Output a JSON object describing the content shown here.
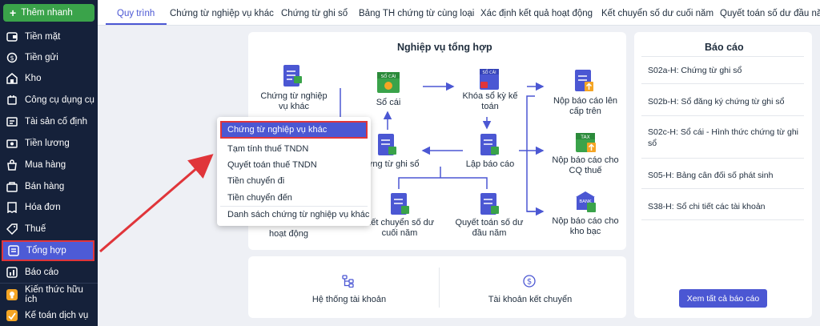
{
  "sidebar": {
    "quick_add": "Thêm nhanh",
    "items": [
      {
        "label": "Tiền mặt",
        "icon": "cash-icon"
      },
      {
        "label": "Tiền gửi",
        "icon": "deposit-icon"
      },
      {
        "label": "Kho",
        "icon": "warehouse-icon"
      },
      {
        "label": "Công cụ dụng cụ",
        "icon": "tools-icon"
      },
      {
        "label": "Tài sản cố định",
        "icon": "fixed-asset-icon"
      },
      {
        "label": "Tiền lương",
        "icon": "salary-icon"
      },
      {
        "label": "Mua hàng",
        "icon": "purchase-icon"
      },
      {
        "label": "Bán hàng",
        "icon": "sales-icon"
      },
      {
        "label": "Hóa đơn",
        "icon": "invoice-icon"
      },
      {
        "label": "Thuế",
        "icon": "tax-icon"
      },
      {
        "label": "Tổng hợp",
        "icon": "summary-icon"
      },
      {
        "label": "Báo cáo",
        "icon": "report-icon"
      },
      {
        "label": "Kiến thức hữu ích",
        "icon": "knowledge-icon"
      },
      {
        "label": "Kế toán dịch vụ",
        "icon": "service-icon"
      }
    ]
  },
  "tabs": [
    "Quy trình",
    "Chứng từ nghiệp vụ khác",
    "Chứng từ ghi sổ",
    "Bảng TH chứng từ cùng loại",
    "Xác định kết quả hoạt động",
    "Kết chuyển số dư cuối năm",
    "Quyết toán số dư đầu năm"
  ],
  "diagram": {
    "title": "Nghiệp vụ tổng hợp",
    "nodes": {
      "other_docs": "Chứng từ nghiệp vụ khác",
      "ledger": "Sổ cái",
      "lock": "Khóa sổ kỳ kế toán",
      "submit_superior": "Nộp báo cáo lên cấp trên",
      "voucher_tail": "ứng từ ghi sổ",
      "make_report": "Lập báo cáo",
      "submit_tax": "Nộp báo cáo cho CQ thuế",
      "carry_forward": "Kết chuyển số dư cuối năm",
      "settle": "Quyết toán số dư đầu năm",
      "submit_treasury": "Nộp báo cáo cho kho bạc",
      "activity_tail": "hoạt động"
    },
    "icon_texts": {
      "ledger_badge": "SỔ CÁI",
      "lock_badge": "SỔ CÁI",
      "tax_badge": "TAX",
      "bank_badge": "BANK"
    }
  },
  "popup_menu": {
    "items": [
      "Chứng từ nghiệp vụ khác",
      "Tạm tính thuế TNDN",
      "Quyết toán thuế TNDN",
      "Tiền chuyển đi",
      "Tiền chuyển đến",
      "Danh sách chứng từ nghiệp vụ khác"
    ]
  },
  "bottom": {
    "chart_of_accounts": "Hệ thống tài khoản",
    "carry_accounts": "Tài khoản kết chuyển"
  },
  "reports": {
    "title": "Báo cáo",
    "items": [
      "S02a-H: Chứng từ ghi sổ",
      "S02b-H: Sổ đăng ký chứng từ ghi sổ",
      "S02c-H: Sổ cái - Hình thức chứng từ ghi sổ",
      "S05-H: Bảng cân đối số phát sinh",
      "S38-H: Sổ chi tiết các tài khoản"
    ],
    "view_all": "Xem tất cả báo cáo"
  },
  "colors": {
    "accent": "#4b57d3",
    "sidebar_bg": "#15213a",
    "highlight": "#e0353a",
    "success": "#3aa34a",
    "icon_orange": "#f5a524"
  }
}
